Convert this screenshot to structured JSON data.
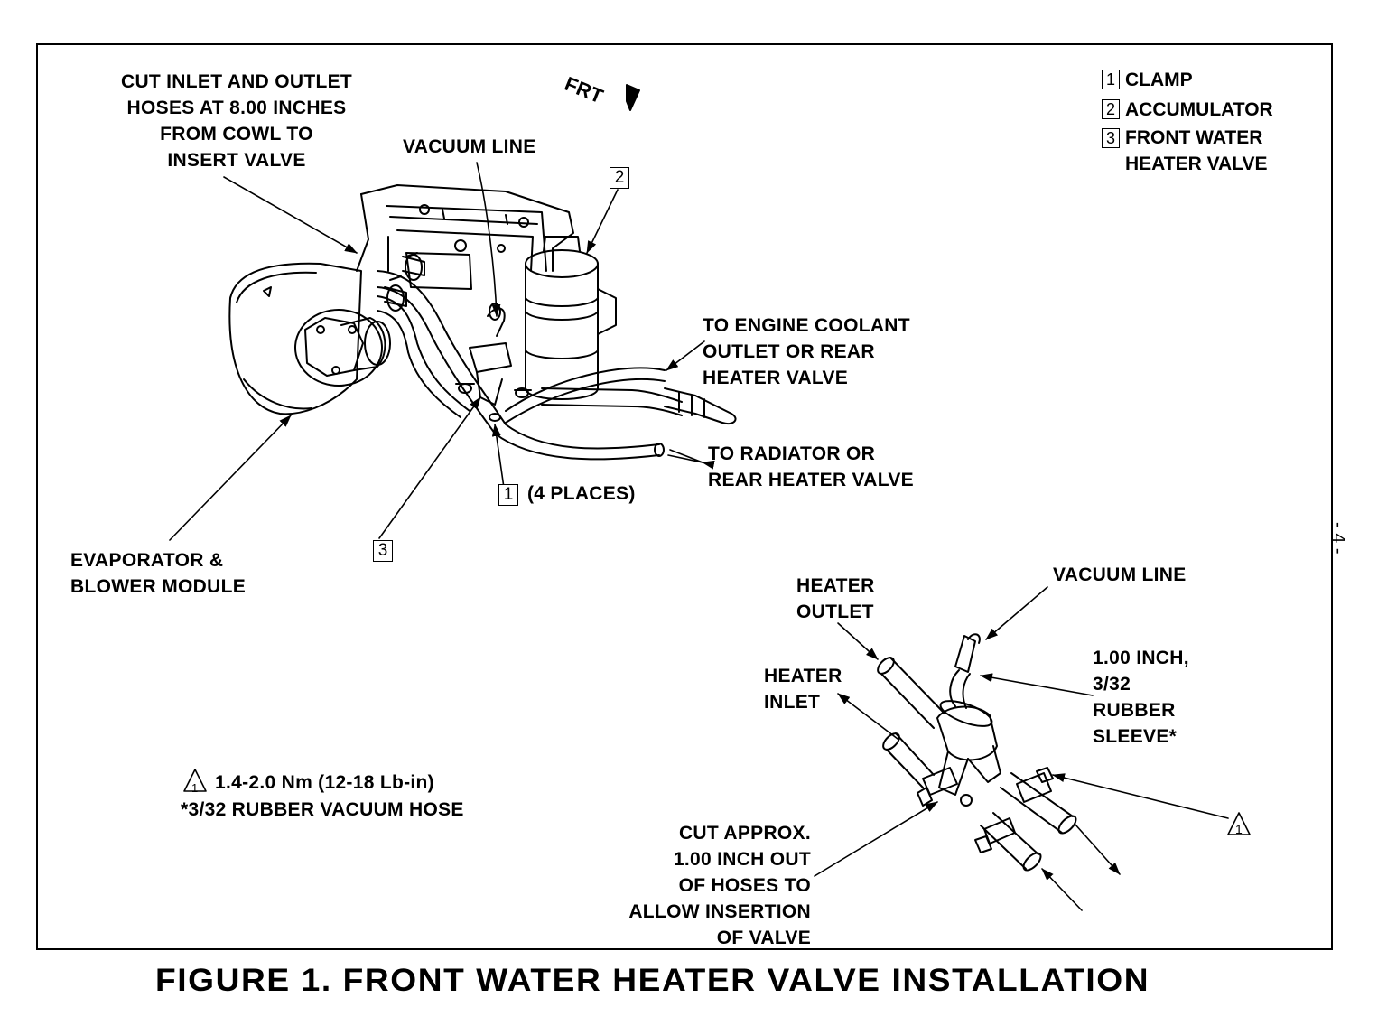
{
  "direction_label": "FRT",
  "labels": {
    "cut_hoses": "CUT INLET AND OUTLET\nHOSES AT 8.00 INCHES\nFROM COWL TO\nINSERT VALVE",
    "vacuum_line_main": "VACUUM LINE",
    "to_engine_coolant": "TO ENGINE COOLANT\nOUTLET OR REAR\nHEATER VALVE",
    "to_radiator": "TO RADIATOR OR\nREAR HEATER VALVE",
    "four_places": "(4 PLACES)",
    "evaporator": "EVAPORATOR &\nBLOWER MODULE",
    "heater_outlet": "HEATER\nOUTLET",
    "heater_inlet": "HEATER\nINLET",
    "vacuum_line_detail": "VACUUM LINE",
    "rubber_sleeve": "1.00 INCH,\n3/32\nRUBBER\nSLEEVE*",
    "cut_approx": "CUT APPROX.\n1.00 INCH OUT\nOF HOSES TO\nALLOW INSERTION\nOF VALVE",
    "torque_spec": "1.4-2.0 Nm (12-18 Lb-in)",
    "hose_note": "*3/32 RUBBER VACUUM HOSE"
  },
  "callouts": {
    "clamp_num": "1",
    "accumulator_num": "2",
    "valve_num": "3",
    "torque_num": "1"
  },
  "legend": [
    {
      "num": "1",
      "text": "CLAMP"
    },
    {
      "num": "2",
      "text": "ACCUMULATOR"
    },
    {
      "num": "3",
      "text": "FRONT WATER\nHEATER VALVE"
    }
  ],
  "caption": "FIGURE 1. FRONT WATER HEATER VALVE INSTALLATION",
  "page_number": "- 4 -"
}
